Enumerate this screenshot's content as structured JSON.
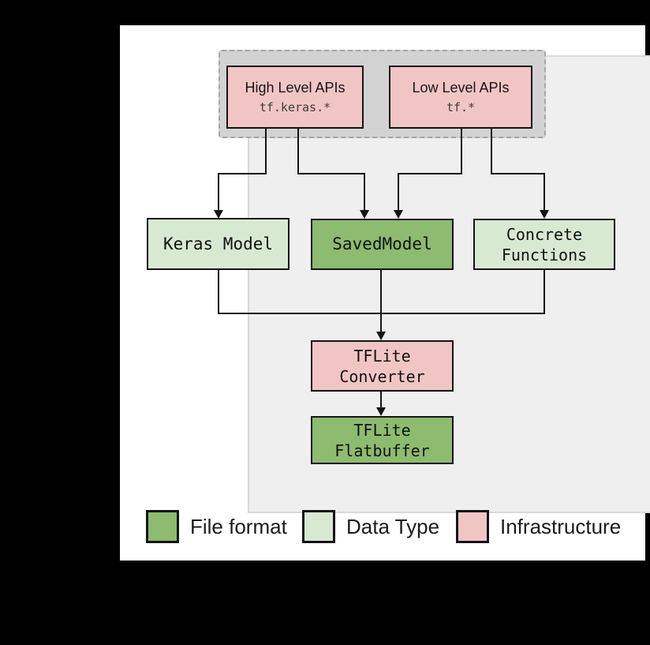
{
  "diagram": {
    "api_group": {
      "high_level": {
        "title": "High Level APIs",
        "code": "tf.keras.*"
      },
      "low_level": {
        "title": "Low Level APIs",
        "code": "tf.*"
      }
    },
    "nodes": {
      "keras_model": {
        "label": "Keras Model"
      },
      "saved_model": {
        "label": "SavedModel"
      },
      "concrete_functions": {
        "label": "Concrete\nFunctions"
      },
      "tflite_converter": {
        "label": "TFLite\nConverter"
      },
      "tflite_flatbuffer": {
        "label": "TFLite\nFlatbuffer"
      }
    },
    "legend": {
      "items": [
        {
          "label": "File format",
          "color": "#8dbb6f"
        },
        {
          "label": "Data Type",
          "color": "#d8e9d2"
        },
        {
          "label": "Infrastructure",
          "color": "#f2c5c5"
        }
      ]
    },
    "colors": {
      "infrastructure_pink": "#f2c5c5",
      "file_format_green": "#8dbb6f",
      "data_type_green": "#d8e9d2",
      "api_group_gray": "#d2d2d2",
      "panel_gray": "#efefef",
      "frame_black": "#000000",
      "line_black": "#141414"
    }
  }
}
